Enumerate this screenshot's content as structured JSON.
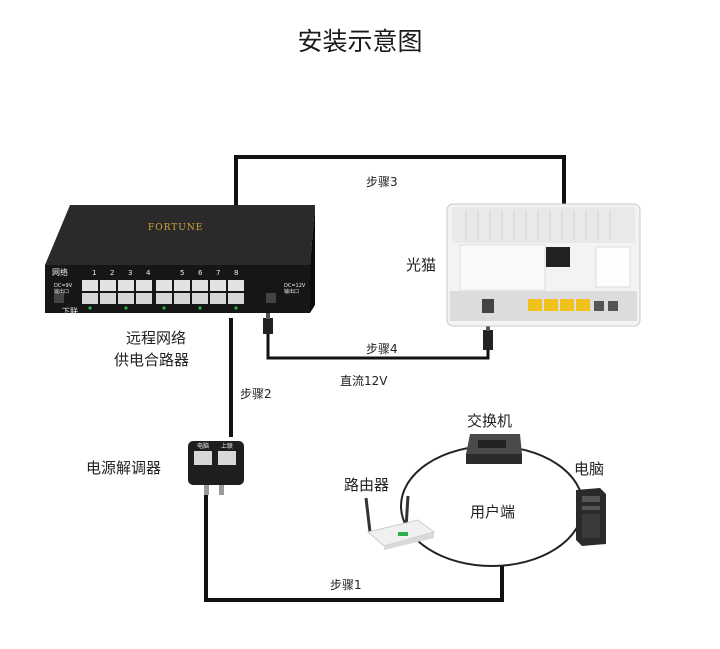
{
  "title": "安装示意图",
  "devices": {
    "switch_box": {
      "brand": "FORTUNE",
      "label_line1": "远程网络",
      "label_line2": "供电合路器",
      "panel_network": "网络",
      "panel_download": "下联",
      "panel_dc_in": "DC=9V 输出口",
      "panel_dc_out": "DC=12V 输出口",
      "port_numbers": [
        "1",
        "2",
        "3",
        "4",
        "5",
        "6",
        "7",
        "8"
      ]
    },
    "modem": {
      "label": "光猫"
    },
    "power_splitter": {
      "label": "电源解调器",
      "port_power": "电脑",
      "port_up": "上联"
    },
    "hub_switch": {
      "label": "交换机"
    },
    "router": {
      "label": "路由器"
    },
    "computer": {
      "label": "电脑"
    },
    "user_side": {
      "label": "用户端"
    }
  },
  "connections": {
    "step1": "步骤1",
    "step2": "步骤2",
    "step3": "步骤3",
    "step4": "步骤4",
    "dc_label": "直流12V"
  },
  "colors": {
    "cable": "#111111",
    "device_dark": "#1b1b1b",
    "port_yellow": "#f1c21b",
    "port_green": "#2fae4e",
    "modem_body": "#f3f3f3"
  }
}
